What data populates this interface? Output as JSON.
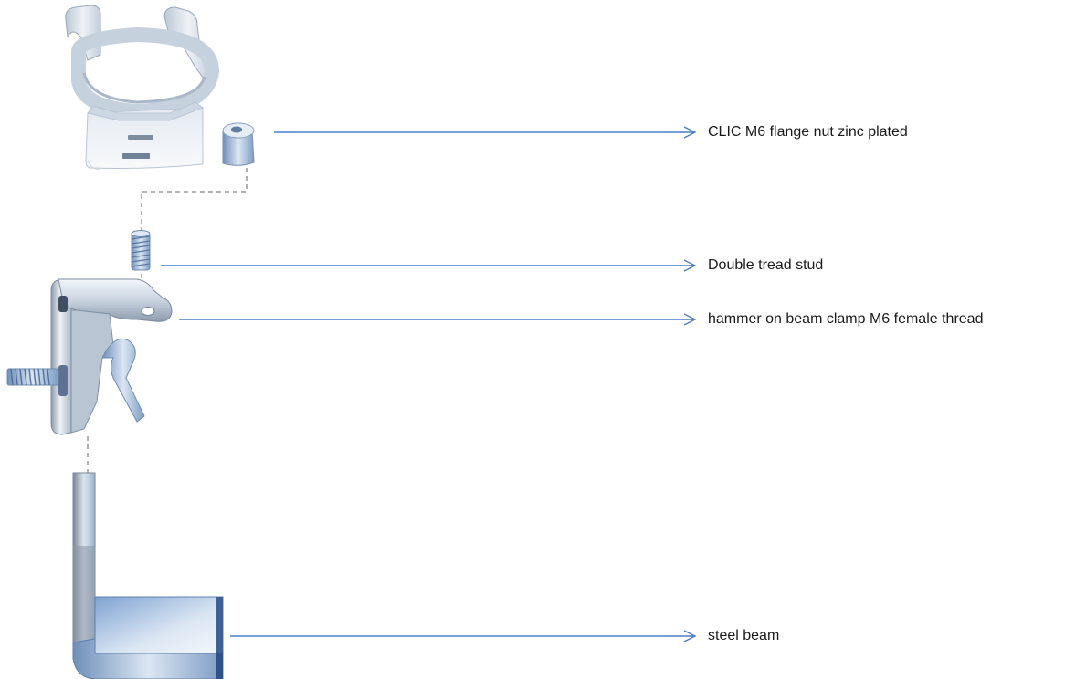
{
  "diagram": {
    "callouts": [
      {
        "id": "flange-nut",
        "label": "CLIC M6 flange nut zinc plated"
      },
      {
        "id": "stud",
        "label": "Double tread stud"
      },
      {
        "id": "beam-clamp",
        "label": "hammer on beam clamp M6 female thread"
      },
      {
        "id": "steel-beam",
        "label": "steel beam"
      }
    ],
    "colors": {
      "callout_line": "#4a7ec4",
      "dashed_line": "#999999",
      "metal_light": "#dfe7f0",
      "metal_dark": "#8c9aac",
      "beam_blue": "#8fb0d8"
    }
  }
}
